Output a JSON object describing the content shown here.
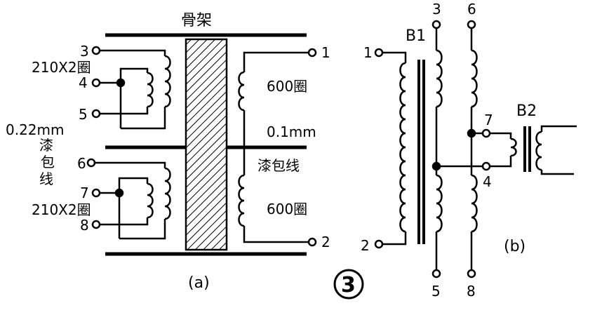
{
  "diagram_a": {
    "bobbin_label": "骨架",
    "terminals": {
      "t1": "1",
      "t2": "2",
      "t3": "3",
      "t4": "4",
      "t5": "5",
      "t6": "6",
      "t7": "7",
      "t8": "8"
    },
    "primary_top_turns": "210X2圈",
    "primary_bottom_turns": "210X2圈",
    "secondary_top_turns": "600圈",
    "secondary_bottom_turns": "600圈",
    "wire_left": {
      "size": "0.22mm",
      "line1": "漆",
      "line2": "包",
      "line3": "线"
    },
    "wire_right": {
      "size": "0.1mm",
      "type": "漆包线"
    },
    "caption": "(a)"
  },
  "figure_number": "3",
  "diagram_b": {
    "transformer_b1": "B1",
    "transformer_b2": "B2",
    "terminals": {
      "t1": "1",
      "t2": "2",
      "t3": "3",
      "t4": "4",
      "t5": "5",
      "t6": "6",
      "t7": "7",
      "t8": "8"
    },
    "caption": "(b)"
  },
  "colors": {
    "ink": "#000000",
    "paper": "#ffffff"
  }
}
